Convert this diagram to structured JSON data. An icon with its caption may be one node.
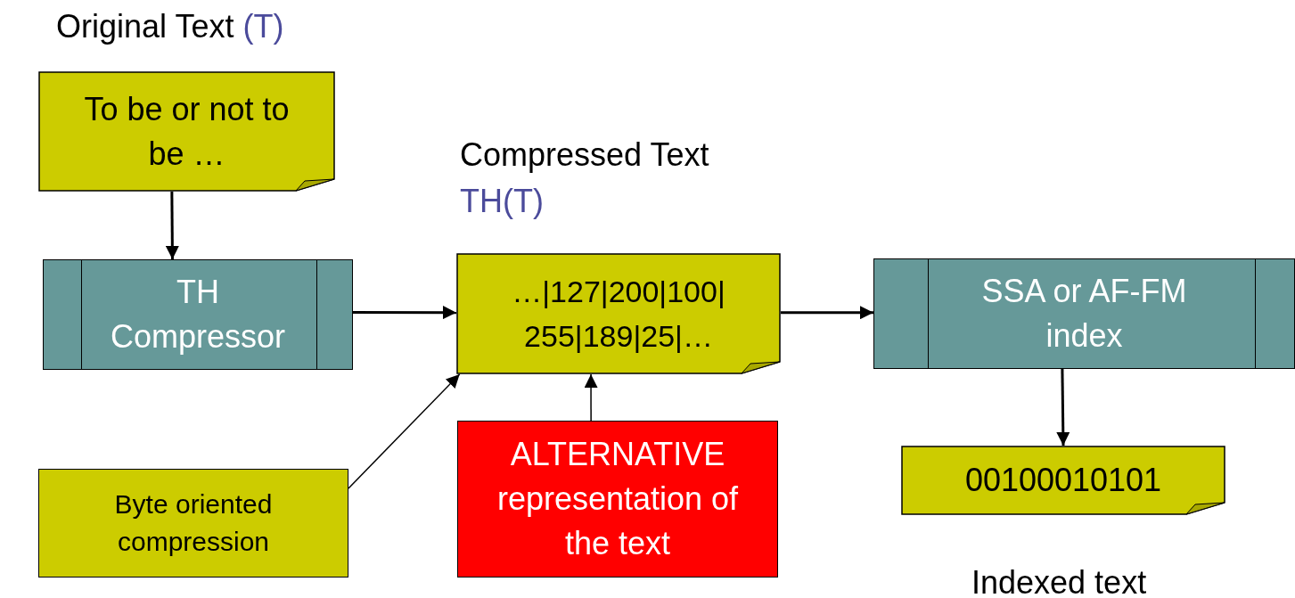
{
  "diagram": {
    "nodes": [
      {
        "text": [
          "To be or not to be …"
        ],
        "beside": [
          "Original Text",
          "(T)"
        ]
      },
      {
        "text": [
          "TH Compressor"
        ]
      },
      {
        "text": [
          "…|127|200|100| 255|189|25|…"
        ],
        "beside": [
          "Compressed Text",
          "TH(T)"
        ]
      },
      {
        "text": [
          "SSA or AF-FM index"
        ]
      },
      {
        "text": [
          "Byte oriented compression"
        ]
      },
      {
        "text": [
          "ALTERNATIVE representation of the text"
        ]
      },
      {
        "text": [
          "00100010101"
        ],
        "beside": [
          "Indexed text"
        ]
      }
    ],
    "edges": [
      {
        "from": 0,
        "to": 1,
        "arrow": "to"
      },
      {
        "from": 1,
        "to": 2,
        "arrow": "to"
      },
      {
        "from": 2,
        "to": 3,
        "arrow": "to"
      },
      {
        "from": 3,
        "to": 6,
        "arrow": "to"
      },
      {
        "from": 4,
        "to": 2,
        "arrow": "to"
      },
      {
        "from": 5,
        "to": 2,
        "arrow": "to"
      }
    ]
  }
}
